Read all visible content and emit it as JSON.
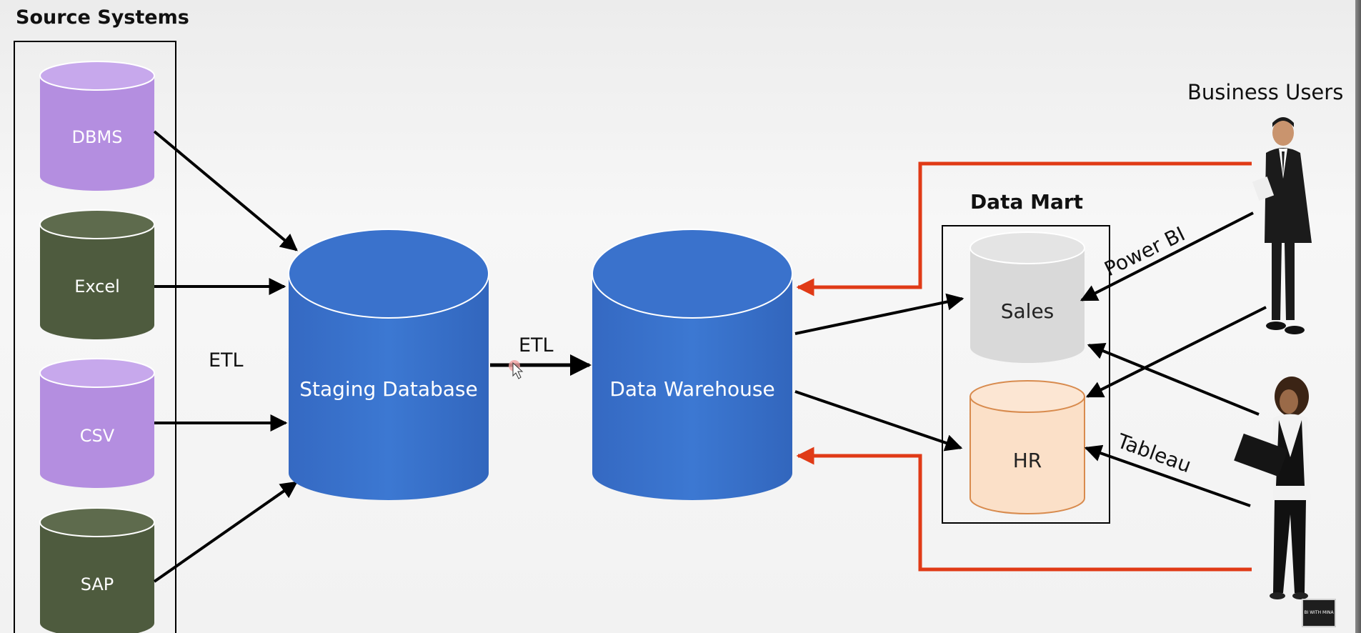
{
  "source_systems": {
    "title": "Source Systems",
    "items": [
      {
        "label": "DBMS",
        "color": "#b48ee0"
      },
      {
        "label": "Excel",
        "color": "#4e5b3e"
      },
      {
        "label": "CSV",
        "color": "#b48ee0"
      },
      {
        "label": "SAP",
        "color": "#4e5b3e"
      }
    ]
  },
  "etl_labels": {
    "first": "ETL",
    "second": "ETL"
  },
  "staging": {
    "label": "Staging Database",
    "color": "#3a72cc"
  },
  "warehouse": {
    "label": "Data Warehouse",
    "color": "#3a72cc"
  },
  "data_mart": {
    "title": "Data Mart",
    "sales": {
      "label": "Sales",
      "color": "#d9d9d9"
    },
    "hr": {
      "label": "HR",
      "color": "#fbe0c8"
    }
  },
  "business_users": {
    "title": "Business Users"
  },
  "tools": {
    "power_bi": "Power BI",
    "tableau": "Tableau"
  },
  "logo": {
    "text": "BI WITH MINA"
  },
  "colors": {
    "feedback_arrow": "#e03a16",
    "flow_arrow": "#000000"
  }
}
